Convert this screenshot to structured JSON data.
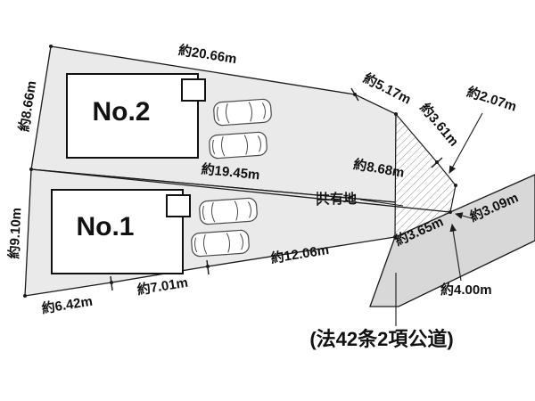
{
  "diagram": {
    "type": "land-plot-layout",
    "colors": {
      "background": "#ffffff",
      "parcel_fill": "#eaeaea",
      "road_fill": "#d8d8d8",
      "line": "#1a1a1a"
    },
    "lots": {
      "lot1_label": "No.1",
      "lot2_label": "No.2"
    },
    "measurements": {
      "top": "約20.66m",
      "left_upper": "約8.66m",
      "left_lower": "約9.10m",
      "middle": "約19.45m",
      "upper_right_1": "約5.17m",
      "upper_right_2": "約3.61m",
      "upper_right_3": "約2.07m",
      "middle_right": "約8.68m",
      "right_upper": "約3.09m",
      "right_lower": "約3.65m",
      "bottom_right": "約12.06m",
      "bottom_middle": "約7.01m",
      "bottom_left": "約6.42m",
      "road_width": "約4.00m"
    },
    "annotations": {
      "shared_area": "共有地",
      "road_name": "(法42条2項公道)"
    }
  }
}
